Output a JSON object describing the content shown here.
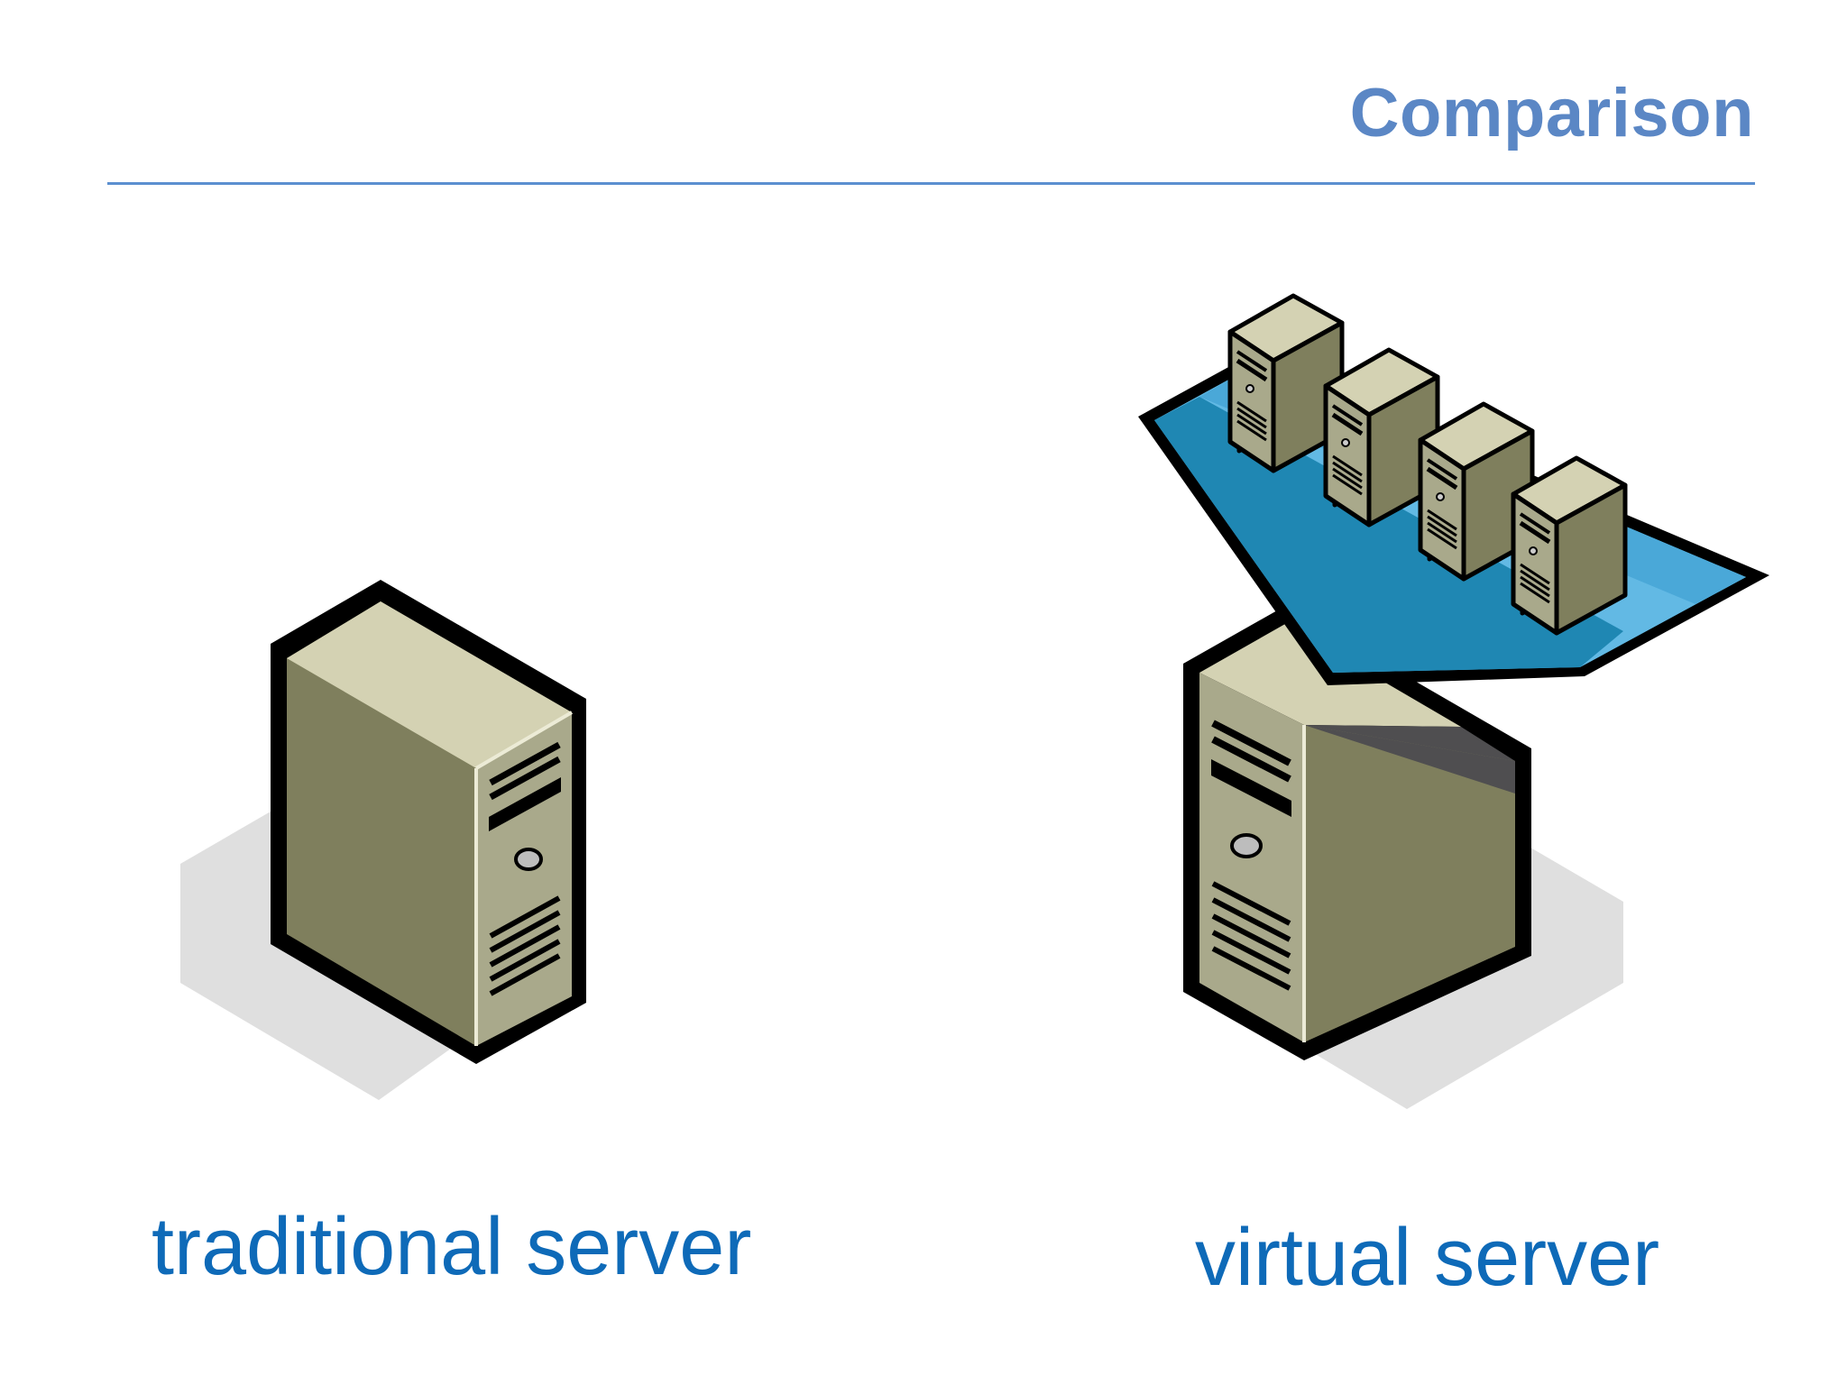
{
  "slide": {
    "title": "Comparison"
  },
  "captions": {
    "traditional": "traditional server",
    "virtual": "virtual server"
  },
  "icons": {
    "traditional": "server-tower-icon",
    "virtual_host": "server-tower-icon",
    "virtual_arrow": "virtualization-arrow-icon",
    "virtual_guests": "server-tower-icon"
  },
  "colors": {
    "title": "#5b87c5",
    "rule": "#5b8fd0",
    "caption": "#0e6ab8",
    "server_front": "#a9a98b",
    "server_side": "#7f7f5d",
    "server_top": "#d4d2b3",
    "arrow_light": "#62b9e4",
    "arrow_dark": "#1f87b3",
    "shadow": "#dcdcdc"
  }
}
